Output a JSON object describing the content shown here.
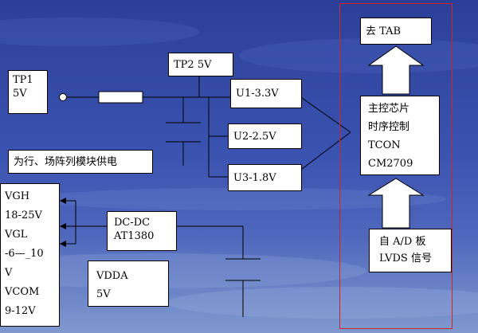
{
  "colors": {
    "background_top": "#2b3f96",
    "background_mid": "#3a52b0",
    "background_bottom": "#7f99cf",
    "frame": "#d0242a",
    "line": "#000000",
    "box_fill": "#ffffff"
  },
  "tp1": {
    "line1": "TP1",
    "line2": "5V"
  },
  "tp2": {
    "label": "TP2 5V"
  },
  "regulators": {
    "u1": "U1-3.3V",
    "u2": "U2-2.5V",
    "u3": "U3-1.8V"
  },
  "row_col_power": {
    "label": "为行、场阵列模块供电"
  },
  "gate_voltages": {
    "lines": [
      "VGH",
      "18-25V",
      "VGL",
      "-6—_10",
      "V",
      "VCOM",
      "9-12V"
    ]
  },
  "dcdc": {
    "line1": "DC-DC",
    "line2": "AT1380"
  },
  "vdda": {
    "line1": "VDDA",
    "line2": "5V"
  },
  "to_tab": {
    "label": "去 TAB"
  },
  "main_chip": {
    "lines": [
      "主控芯片",
      "时序控制",
      "TCON",
      "CM2709"
    ]
  },
  "input": {
    "line1": "自 A/D 板",
    "line2": "LVDS 信号"
  }
}
